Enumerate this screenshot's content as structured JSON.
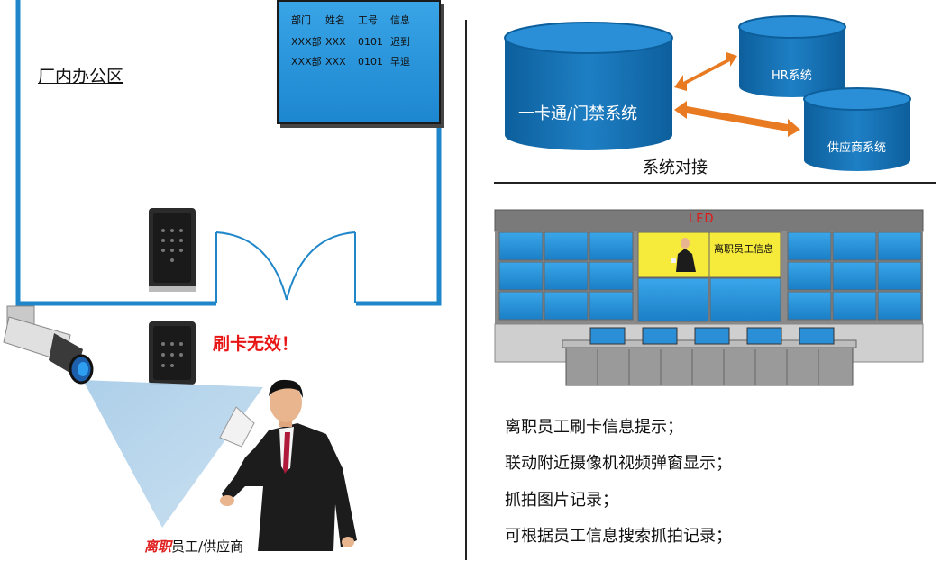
{
  "left_scene": {
    "office_label": "厂内办公区",
    "board": {
      "headers": [
        "部门",
        "姓名",
        "工号",
        "信息"
      ],
      "rows": [
        [
          "XXX部",
          "XXX",
          "0101",
          "迟到"
        ],
        [
          "XXX部",
          "XXX",
          "0101",
          "早退"
        ]
      ]
    },
    "alert_text": "刷卡无效！",
    "person_label_highlight": "离职",
    "person_label_rest": "员工/供应商"
  },
  "right_top": {
    "center_db_label": "一卡通/门禁系统",
    "hr_db_label": "HR系统",
    "supplier_db_label": "供应商系统",
    "caption": "系统对接"
  },
  "right_bottom": {
    "led_text": "LED",
    "popup_label": "离职员工信息",
    "descriptions": [
      "离职员工刷卡信息提示；",
      "联动附近摄像机视频弹窗显示；",
      "抓拍图片记录；",
      "可根据员工信息搜索抓拍记录；"
    ]
  },
  "colors": {
    "wall_blue": "#1e86c9",
    "db_blue": "#1976b8",
    "arrow_orange": "#e87a22",
    "alert_red": "#e81515",
    "screen_yellow": "#f6ea3a"
  }
}
